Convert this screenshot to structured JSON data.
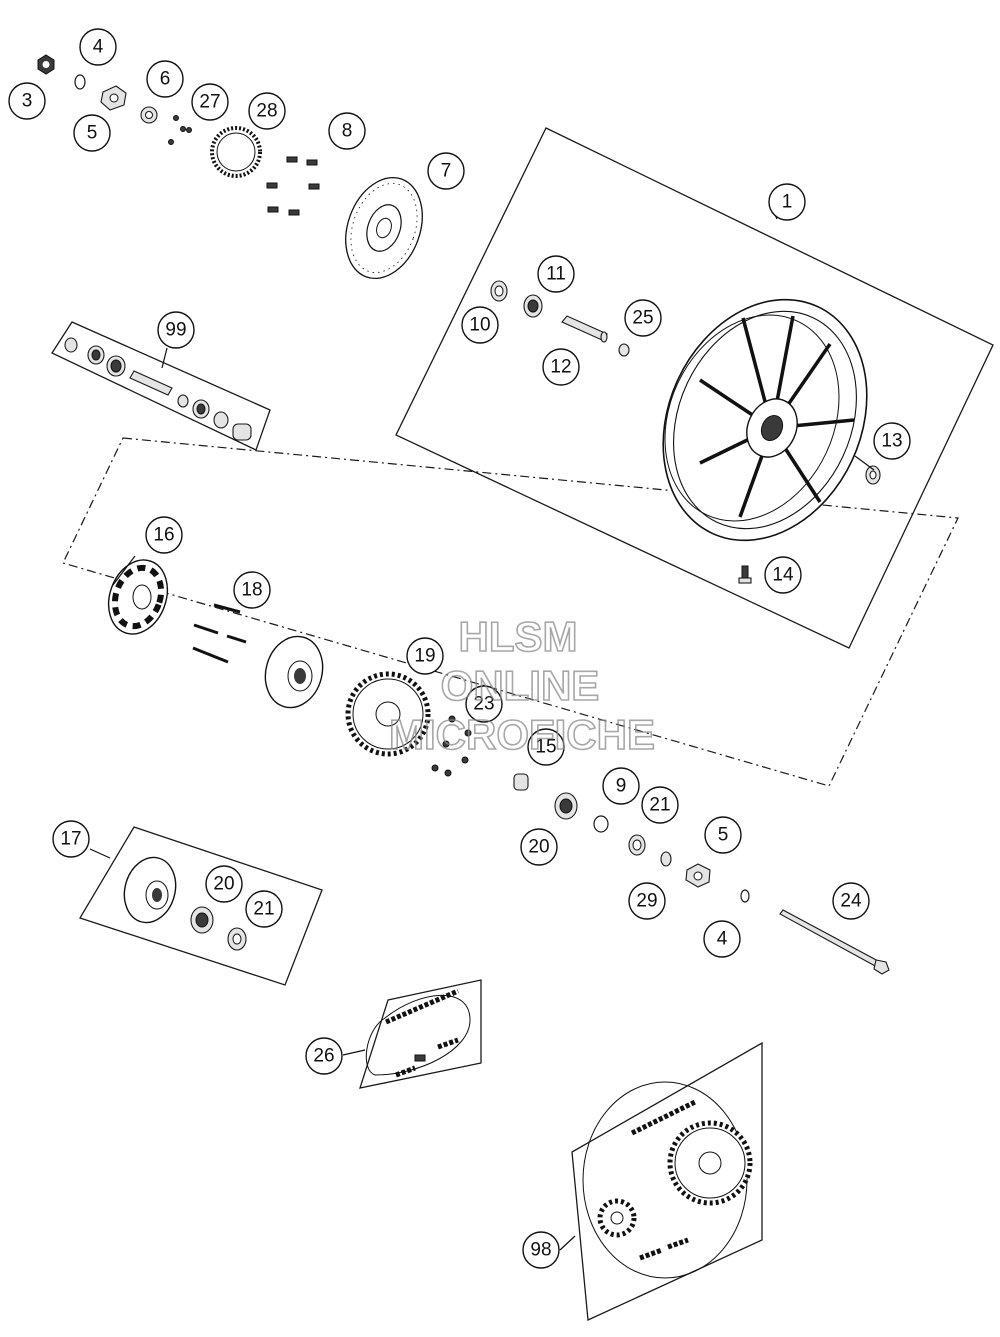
{
  "diagram": {
    "callouts": [
      "1",
      "3",
      "4",
      "5",
      "6",
      "27",
      "28",
      "8",
      "7",
      "10",
      "11",
      "25",
      "12",
      "99",
      "13",
      "14",
      "16",
      "18",
      "19",
      "23",
      "15",
      "9",
      "21",
      "5",
      "20",
      "29",
      "4",
      "24",
      "17",
      "20",
      "21",
      "26",
      "98"
    ]
  },
  "watermark": {
    "line1": "HLSM",
    "line2": "ONLINE",
    "line3": "MICROFICHE"
  }
}
